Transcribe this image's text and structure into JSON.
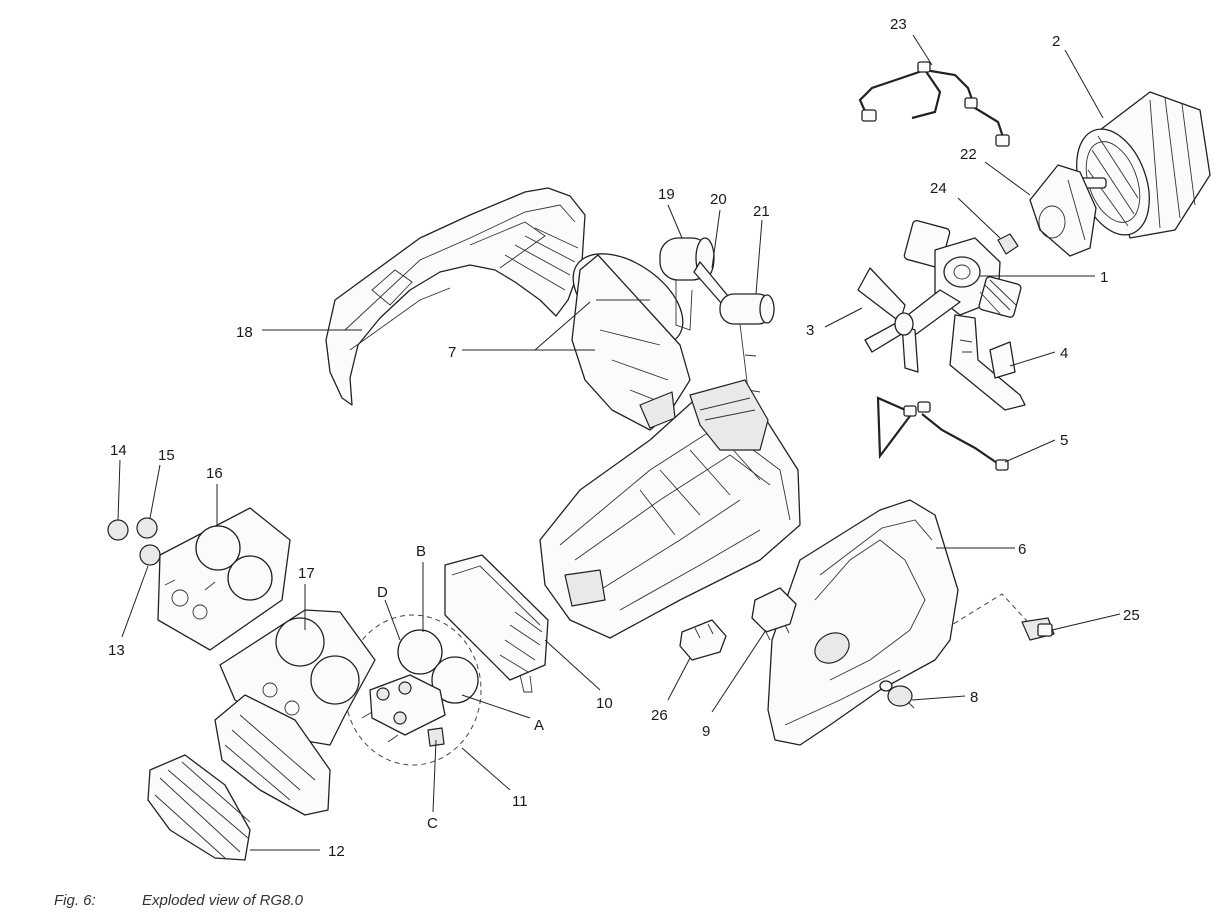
{
  "figure": {
    "caption_number": "Fig. 6:",
    "caption_text": "Exploded view of RG8.0"
  },
  "callouts": {
    "c1": "1",
    "c2": "2",
    "c3": "3",
    "c4": "4",
    "c5": "5",
    "c6": "6",
    "c7": "7",
    "c8": "8",
    "c9": "9",
    "c10": "10",
    "c11": "11",
    "c12": "12",
    "c13": "13",
    "c14": "14",
    "c15": "15",
    "c16": "16",
    "c17": "17",
    "c18": "18",
    "c19": "19",
    "c20": "20",
    "c21": "21",
    "c22": "22",
    "c23": "23",
    "c24": "24",
    "c25": "25",
    "c26": "26",
    "cA": "A",
    "cB": "B",
    "cC": "C",
    "cD": "D"
  }
}
